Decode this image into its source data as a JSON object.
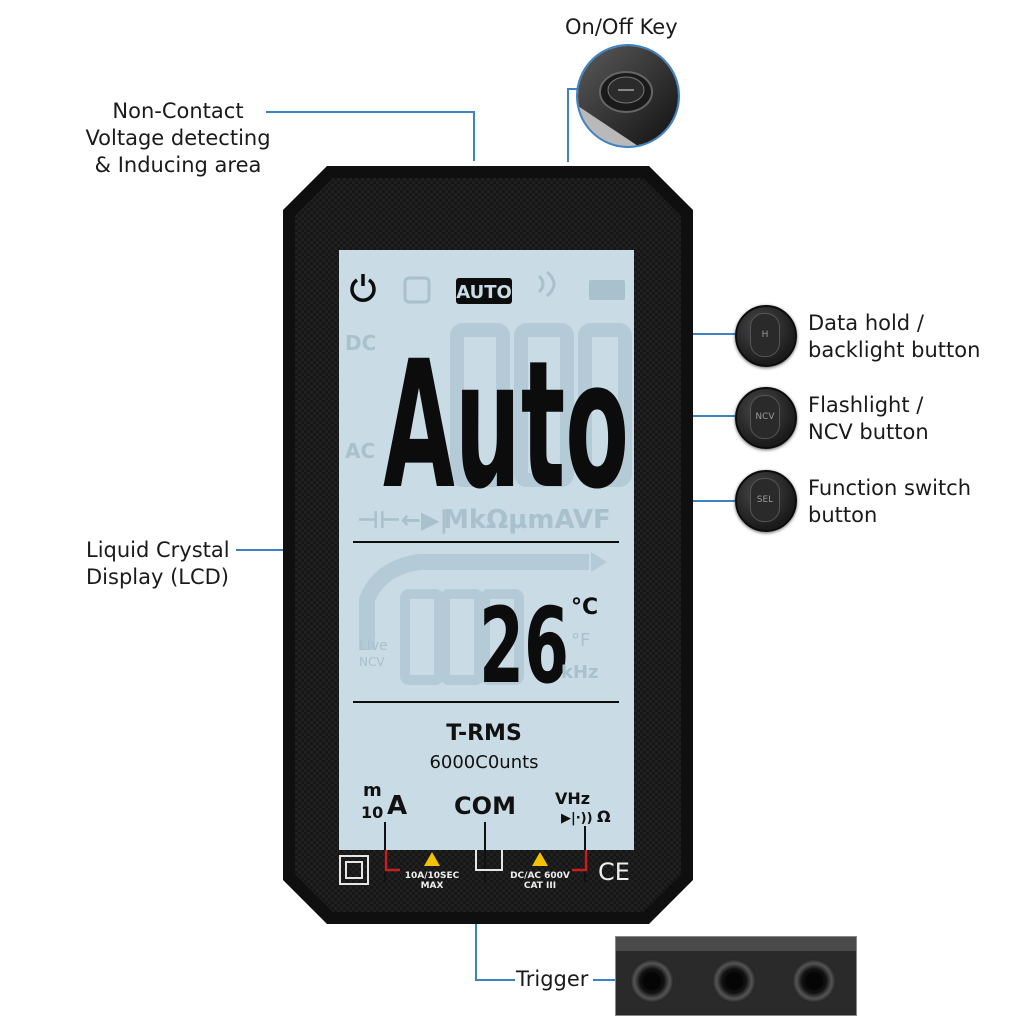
{
  "callouts": {
    "on_off": "On/Off Key",
    "ncv_area": [
      "Non-Contact",
      "Voltage detecting",
      "& Inducing area"
    ],
    "lcd": [
      "Liquid Crystal",
      "Display (LCD)"
    ],
    "data_hold": [
      "Data hold /",
      "backlight button"
    ],
    "flashlight": [
      "Flashlight /",
      "NCV button"
    ],
    "function_switch": [
      "Function switch",
      "button"
    ],
    "trigger": "Trigger"
  },
  "lcd": {
    "auto_badge": "AUTO",
    "main_reading": "Auto",
    "secondary_reading": "26",
    "temp_unit": "°C",
    "ghost_units_main": "MkΩµmAVF",
    "ghost_dc": "DC",
    "ghost_ac": "AC",
    "ghost_f": "°F",
    "ghost_khz": "kHz",
    "ghost_live": "Live",
    "ghost_ncv": "NCV",
    "trms": "T-RMS",
    "counts": "6000C0unts"
  },
  "terminals": {
    "amp_m": "m",
    "amp_10": "10",
    "amp_a": "A",
    "com": "COM",
    "volt_label": "VHz",
    "volt_ohm": "Ω",
    "warn_left_1": "10A/10SEC",
    "warn_left_2": "MAX",
    "warn_right_1": "DC/AC 600V",
    "warn_right_2": "CAT III",
    "ce": "CE"
  },
  "buttons": {
    "hold_glyph": "H",
    "ncv_glyph": "NCV",
    "sel_glyph": "SEL"
  },
  "colors": {
    "lead_line": "#3f82c4",
    "lcd_background": "#c9dbe4",
    "lcd_segment": "#0c0c0c",
    "case": "#141414",
    "terminal_red": "#c81e1e",
    "warning_yellow": "#f2c200"
  }
}
